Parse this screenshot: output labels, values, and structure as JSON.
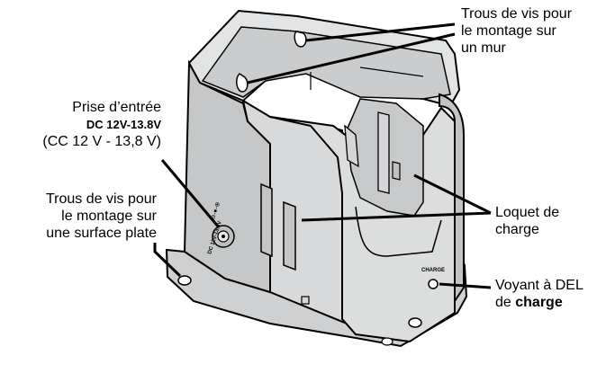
{
  "labels": {
    "wall_mount": {
      "line1": "Trous de vis pour",
      "line2": "le montage sur",
      "line3": "un mur"
    },
    "input_jack": {
      "line1": "Prise d’entrée",
      "line2": "DC 12V-13.8V",
      "line3": "(CC 12 V - 13,8 V)"
    },
    "flat_mount": {
      "line1": "Trous de vis pour",
      "line2": "le montage sur",
      "line3": "une surface plate"
    },
    "charge_latch": {
      "line1": "Loquet de",
      "line2": "charge"
    },
    "charge_led": {
      "line1": "Voyant à DEL",
      "line2_prefix": "de ",
      "line2_bold": "charge"
    }
  },
  "device_markings": {
    "charge_text": "CHARGE",
    "jack_text": "DC 12V-13.8V",
    "polarity": "⊖-●-⊕"
  },
  "colors": {
    "body_fill": "#d6d7d8",
    "body_dark": "#b9babb",
    "outline": "#000000"
  }
}
